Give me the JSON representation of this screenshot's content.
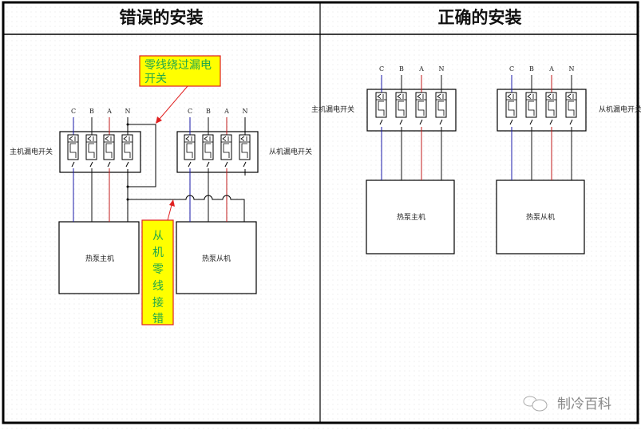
{
  "panels": {
    "wrong": {
      "title": "错误的安装",
      "master_switch_label": "主机漏电开关",
      "slave_switch_label": "从机漏电开关",
      "master_unit_label": "热泵主机",
      "slave_unit_label": "热泵从机",
      "callout_1": [
        "零线绕过漏电",
        "开关"
      ],
      "callout_2": [
        "从",
        "机",
        "零",
        "线",
        "接",
        "错"
      ]
    },
    "correct": {
      "title": "正确的安装",
      "master_switch_label": "主机漏电开关",
      "slave_switch_label": "从机漏电开关",
      "master_unit_label": "热泵主机",
      "slave_unit_label": "热泵从机"
    }
  },
  "phases": [
    "C",
    "B",
    "A",
    "N"
  ],
  "wire_colors": {
    "C": "#1a1aa8",
    "B": "#111111",
    "A": "#c01818",
    "N": "#111111"
  },
  "callout_colors": {
    "fill": "#ffff00",
    "border": "#e02020",
    "text": "#22a84a",
    "arrow": "#e02020"
  },
  "watermark": {
    "icon": "wechat-icon",
    "text": "制冷百科"
  }
}
